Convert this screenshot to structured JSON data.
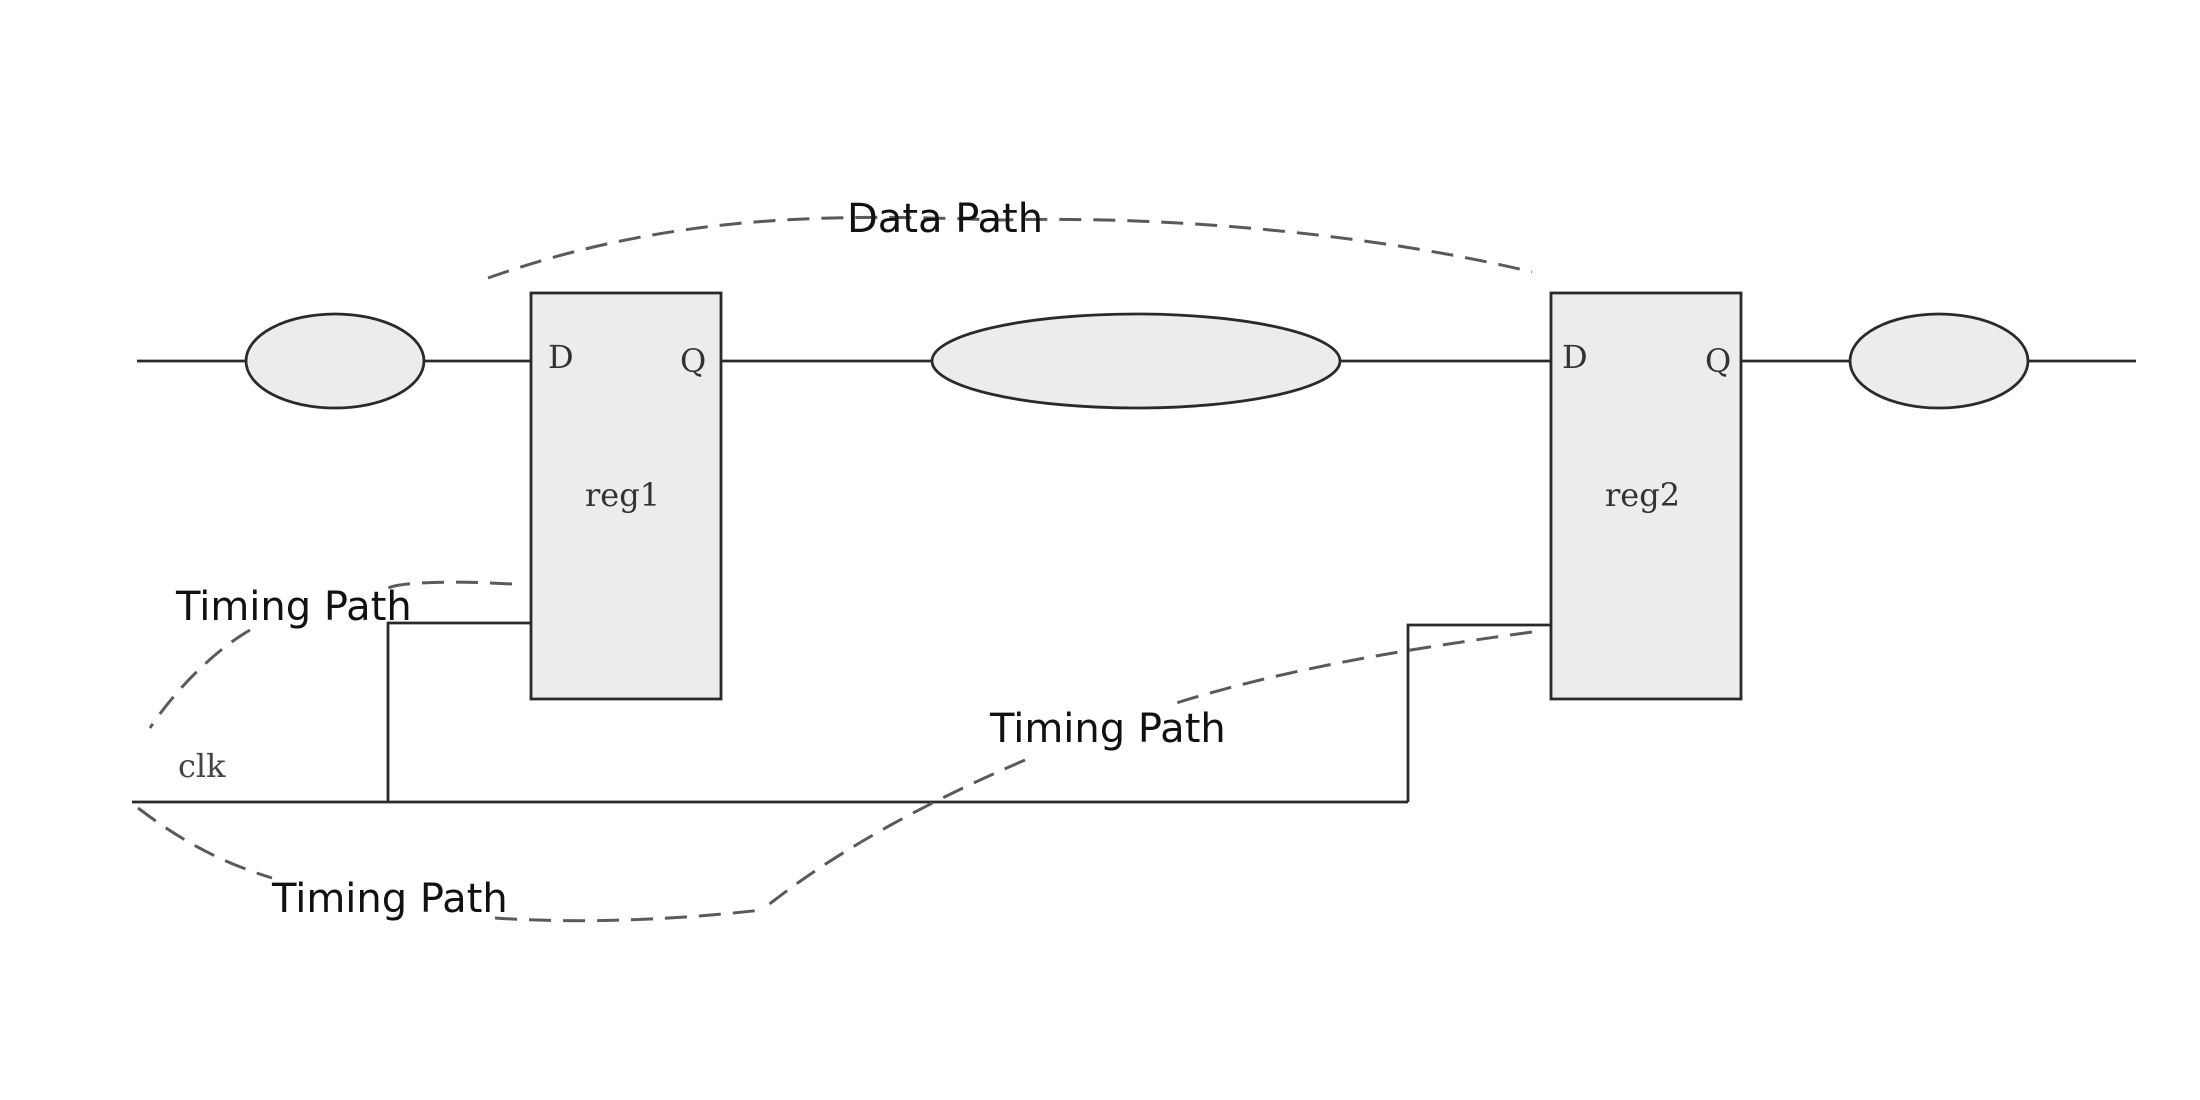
{
  "diagram": {
    "annotations": {
      "data_path": "Data Path",
      "timing_path_reg1": "Timing Path",
      "timing_path_reg2": "Timing Path",
      "timing_path_clk": "Timing Path"
    },
    "reg1": {
      "name": "reg1",
      "pin_d": "D",
      "pin_q": "Q"
    },
    "reg2": {
      "name": "reg2",
      "pin_d": "D",
      "pin_q": "Q"
    },
    "clock_net": "clk"
  }
}
